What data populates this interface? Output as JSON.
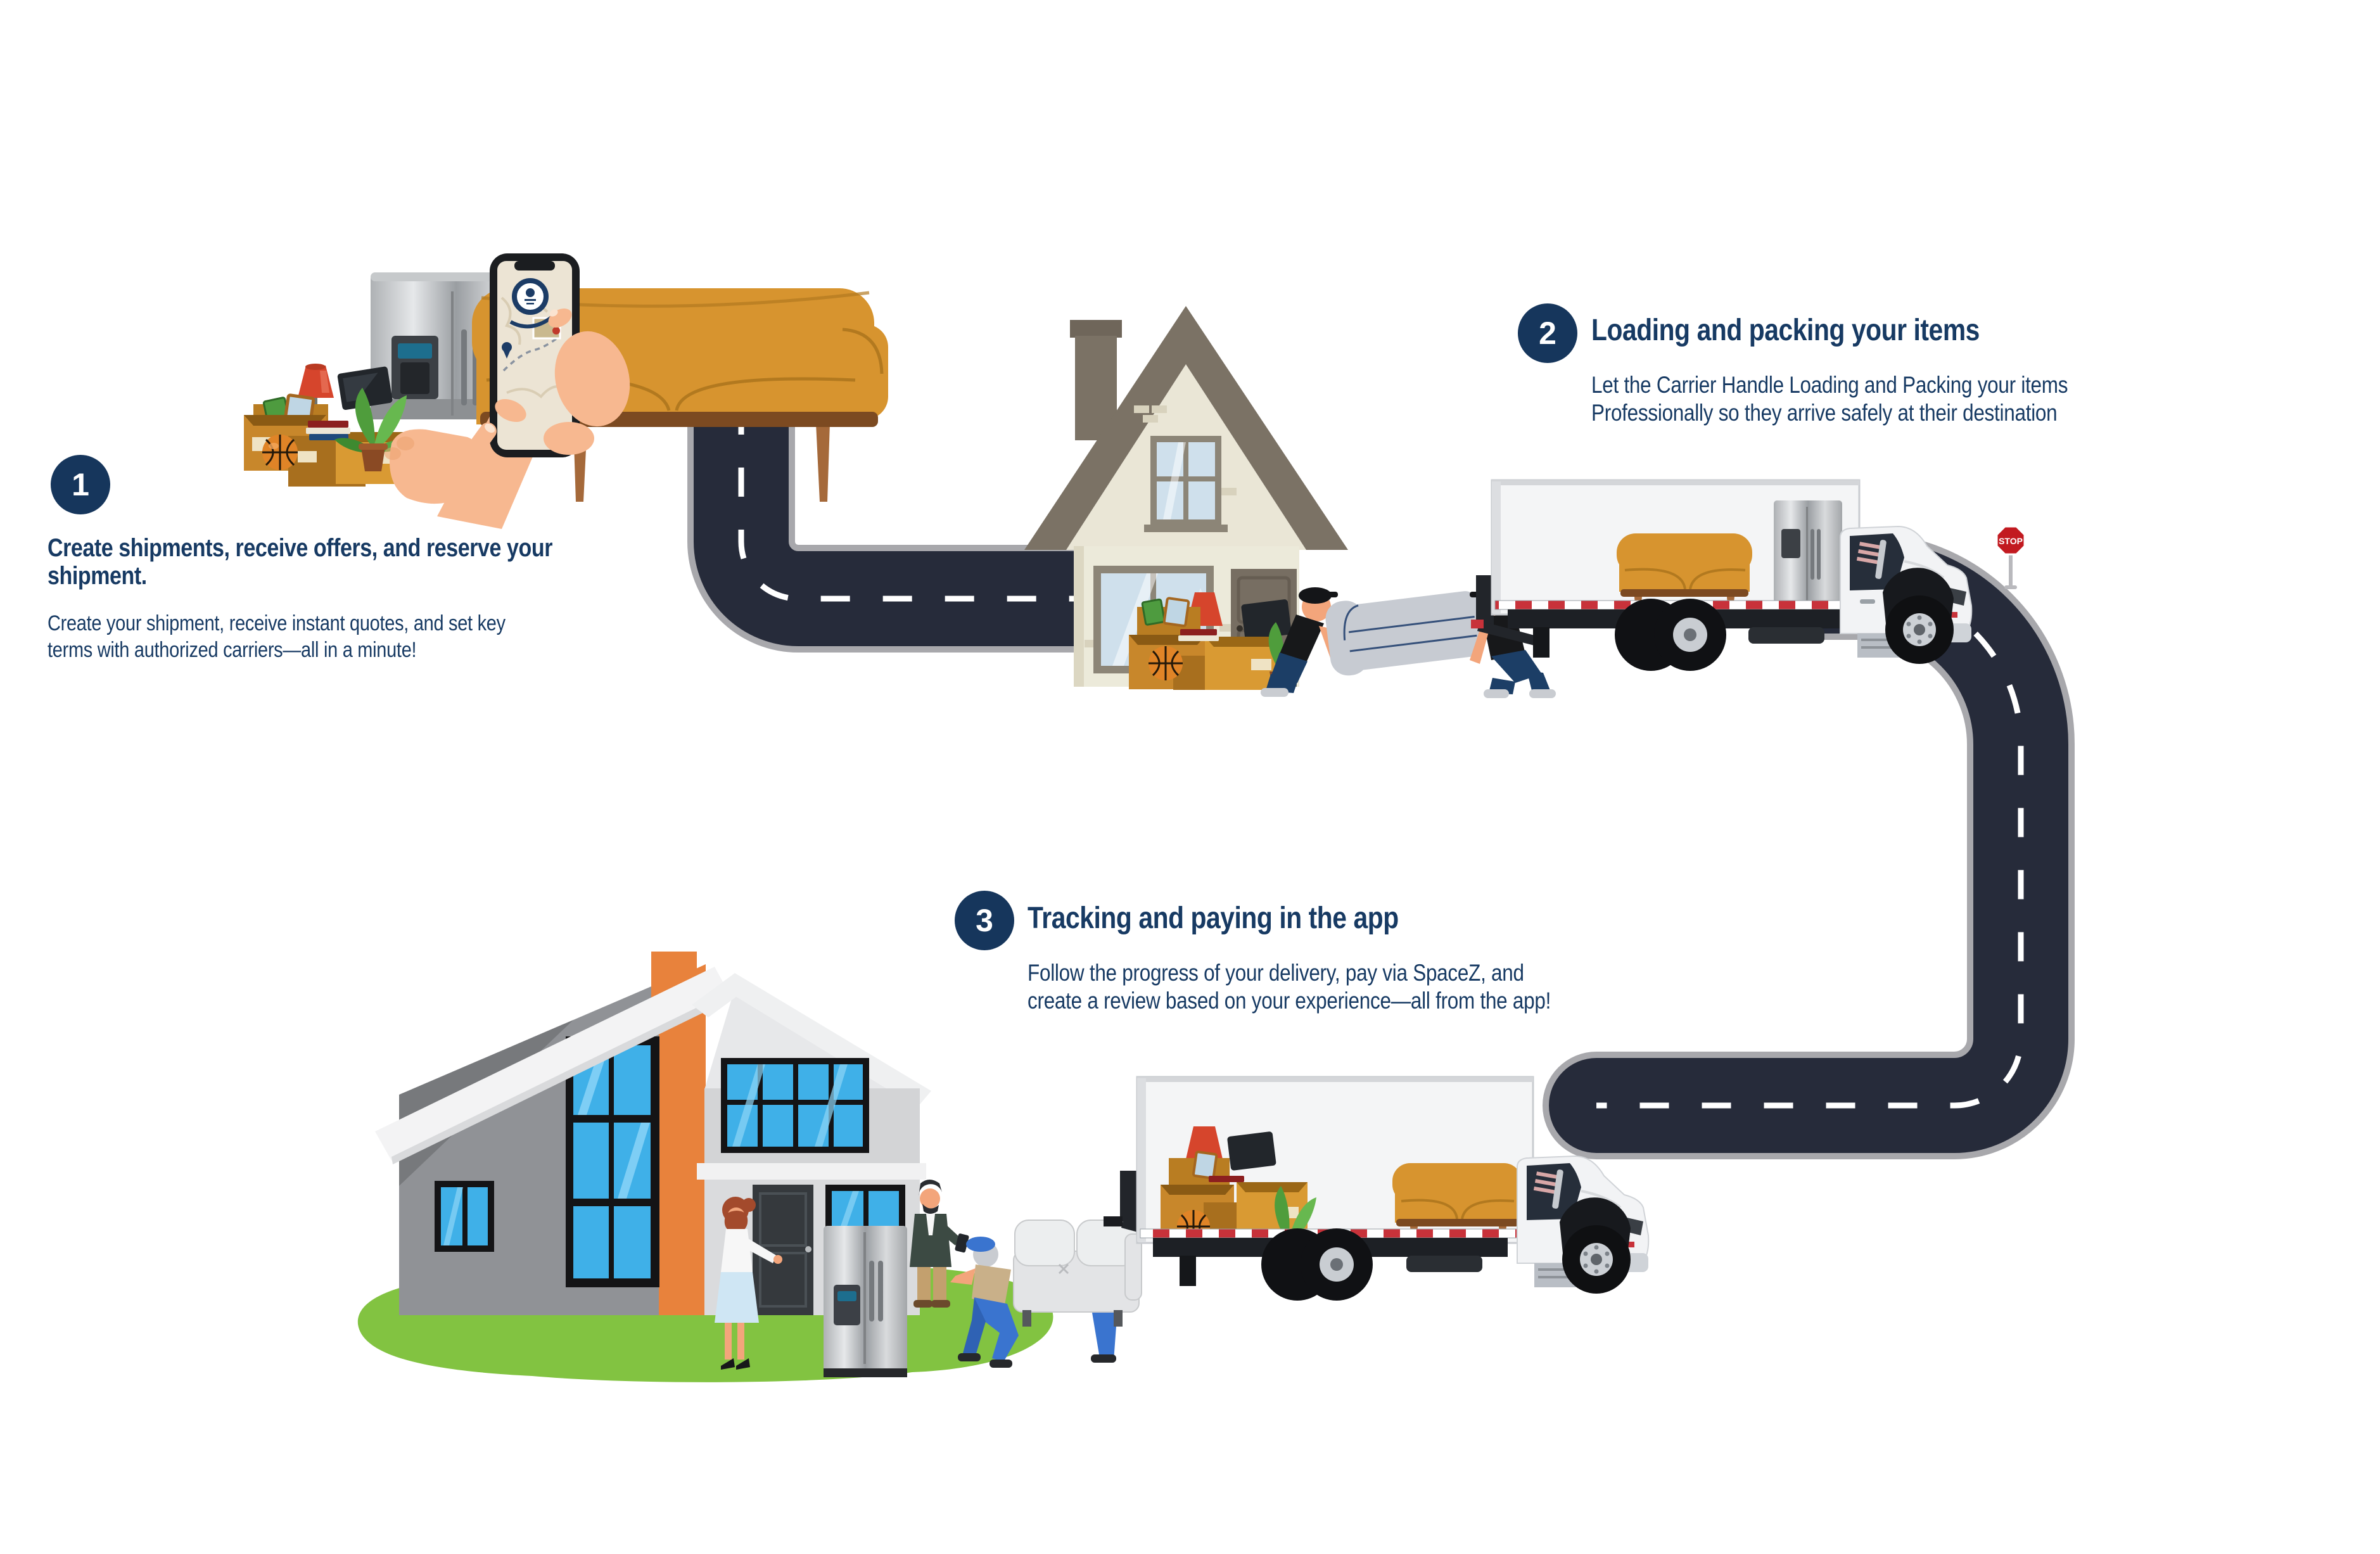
{
  "steps": [
    {
      "number": "1",
      "title": "Create shipments, receive offers, and reserve your\nshipment.",
      "body": "Create your shipment, receive instant quotes, and set key\nterms with authorized carriers—all in a minute!"
    },
    {
      "number": "2",
      "title": "Loading and packing your items",
      "body": "Let the Carrier Handle Loading and Packing your items\nProfessionally so they arrive safely at their destination"
    },
    {
      "number": "3",
      "title": "Tracking and paying in the app",
      "body": "Follow the progress of your delivery, pay via SpaceZ, and\ncreate a review based on your experience—all from the app!"
    }
  ],
  "stop_sign": {
    "label": "STOP"
  },
  "colors": {
    "accent_navy": "#16365c",
    "text_navy": "#173a63",
    "road": "#262b3a",
    "road_edge": "#a8a8ac",
    "stop_red": "#c21a20",
    "couch_orange": "#d7942f",
    "house_orange": "#e8823c",
    "window_blue": "#3fb0e8",
    "grass_green": "#82c341"
  }
}
